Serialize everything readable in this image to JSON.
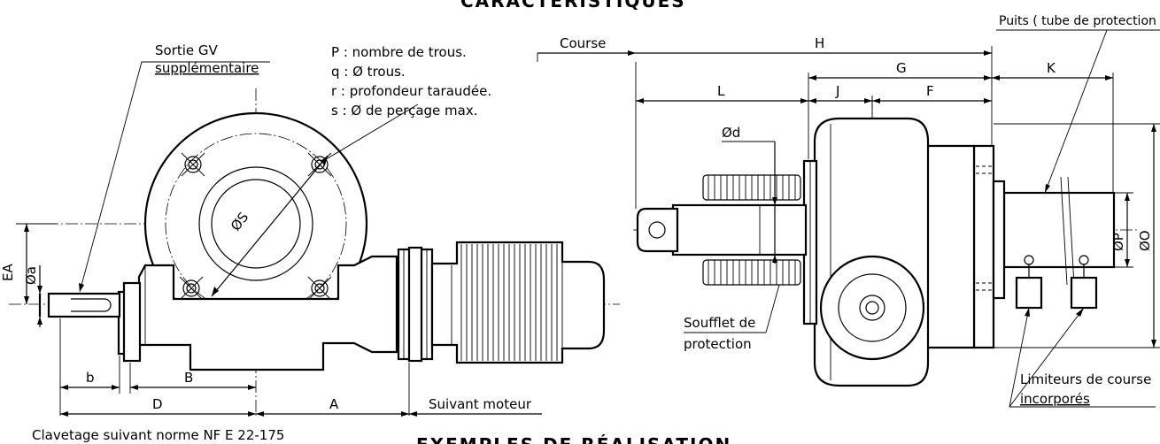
{
  "title_top": "CARACTÉRISTIQUES",
  "title_bottom": "EXEMPLES DE RÉALISATION",
  "legend": {
    "p": "P : nombre de trous.",
    "q": "q : Ø trous.",
    "r": "r  : profondeur taraudée.",
    "s": "s : Ø de perçage max."
  },
  "labels": {
    "sortie_1": "Sortie GV",
    "sortie_2": "supplémentaire",
    "clavetage": "Clavetage suivant norme NF E 22-175",
    "suivant_moteur": "Suivant moteur",
    "course": "Course",
    "puits": "Puits ( tube de protection )",
    "soufflet_1": "Soufflet de",
    "soufflet_2": "protection",
    "limiteurs_1": "Limiteurs de course",
    "limiteurs_2": "incorporés"
  },
  "dims": {
    "A": "A",
    "B": "B",
    "D": "D",
    "b": "b",
    "EA": "EA",
    "Oa": "Øa",
    "OS": "ØS",
    "H": "H",
    "G": "G",
    "L": "L",
    "J": "J",
    "F": "F",
    "K": "K",
    "Od": "Ød",
    "OP": "ØP",
    "OO": "ØO"
  }
}
